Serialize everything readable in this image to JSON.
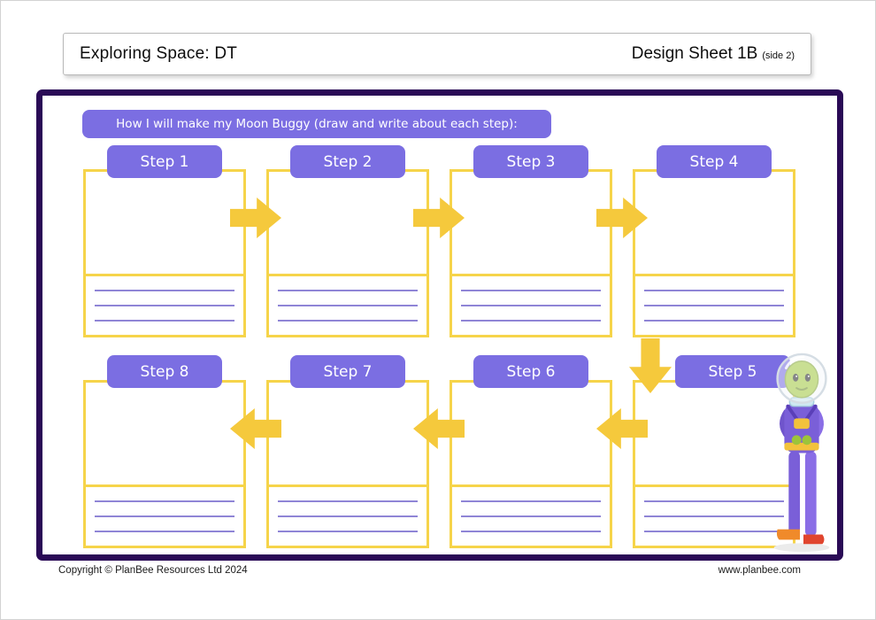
{
  "header": {
    "title": "Exploring Space: DT",
    "sheet_title": "Design Sheet 1B",
    "sheet_side": "(side 2)"
  },
  "banner": "How I will make my Moon Buggy (draw and write about each step):",
  "steps": [
    "Step 1",
    "Step 2",
    "Step 3",
    "Step 4",
    "Step 5",
    "Step 6",
    "Step 7",
    "Step 8"
  ],
  "footer": {
    "copyright": "Copyright © PlanBee Resources Ltd 2024",
    "website": "www.planbee.com"
  },
  "colors": {
    "label_purple": "#7b6ee2",
    "border_dark_purple": "#2a0a56",
    "box_yellow": "#f6d44a",
    "arrow_yellow": "#f5c93c",
    "writing_line_purple": "#8f85d6"
  },
  "icons": {
    "arrows_row1": "arrow-right-icon",
    "arrow_between_rows": "arrow-down-icon",
    "arrows_row2": "arrow-left-icon",
    "illustration": "alien-astronaut-illustration"
  }
}
